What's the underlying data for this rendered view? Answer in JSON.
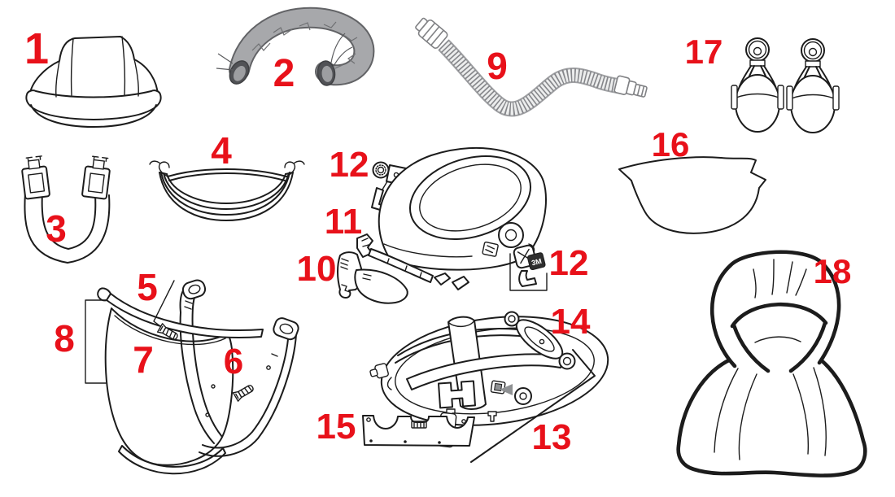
{
  "diagram": {
    "background": "#ffffff",
    "colors": {
      "label_red": "#e8111a",
      "line_black": "#1c1c1c",
      "duct_gray": "#a7a8ab",
      "duct_outline_gray": "#626366",
      "corrugated_tube_gray": "#9fa0a3",
      "badge_bg": "#2e2e2e",
      "badge_text_color": "#ffffff",
      "clip_gray": "#8f9193"
    },
    "badge": {
      "text": "3M"
    },
    "labels": [
      {
        "text": "1",
        "part": "head-top-cover"
      },
      {
        "text": "2",
        "part": "air-distribution-duct"
      },
      {
        "text": "3",
        "part": "chin-strap"
      },
      {
        "text": "4",
        "part": "spare-visor-stack"
      },
      {
        "text": "5",
        "part": "visor-arm-screw-left"
      },
      {
        "text": "6",
        "part": "visor-side-arm-screw-right"
      },
      {
        "text": "7",
        "part": "brow-guard-band"
      },
      {
        "text": "8",
        "part": "face-shield-assembly"
      },
      {
        "text": "9",
        "part": "corrugated-breathing-tube"
      },
      {
        "text": "10",
        "part": "air-deflector"
      },
      {
        "text": "11",
        "part": "seal-strip"
      },
      {
        "text": "12",
        "part": "pivot-kit-left"
      },
      {
        "text": "12",
        "part": "pivot-kit-right"
      },
      {
        "text": "13",
        "part": "head-harness"
      },
      {
        "text": "14",
        "part": "pivot-arm-link"
      },
      {
        "text": "15",
        "part": "brow-pad-plate"
      },
      {
        "text": "16",
        "part": "visor-window"
      },
      {
        "text": "17",
        "part": "earmuffs-pair"
      },
      {
        "text": "18",
        "part": "protective-hood"
      }
    ]
  }
}
